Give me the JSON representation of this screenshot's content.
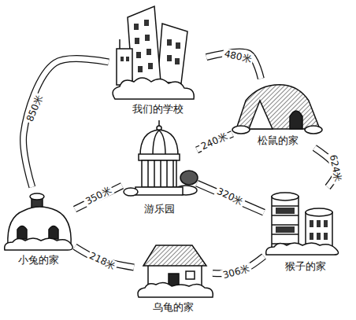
{
  "diagram": {
    "nodes": [
      {
        "text": [
          "我们的学校"
        ]
      },
      {
        "text": [
          "松鼠的家"
        ]
      },
      {
        "text": [
          "游乐园"
        ]
      },
      {
        "text": [
          "小兔的家"
        ]
      },
      {
        "text": [
          "猴子的家"
        ]
      },
      {
        "text": [
          "乌龟的家"
        ]
      }
    ],
    "edges": [
      {
        "from": 0,
        "to": 1,
        "label": "480米",
        "arrow": "none"
      },
      {
        "from": 0,
        "to": 3,
        "label": "850米",
        "arrow": "none"
      },
      {
        "from": 2,
        "to": 1,
        "label": "240米",
        "arrow": "none"
      },
      {
        "from": 1,
        "to": 4,
        "label": "624米",
        "arrow": "none"
      },
      {
        "from": 2,
        "to": 4,
        "label": "320米",
        "arrow": "none"
      },
      {
        "from": 2,
        "to": 3,
        "label": "350米",
        "arrow": "none"
      },
      {
        "from": 3,
        "to": 5,
        "label": "218米",
        "arrow": "none"
      },
      {
        "from": 5,
        "to": 4,
        "label": "306米",
        "arrow": "none"
      }
    ]
  }
}
